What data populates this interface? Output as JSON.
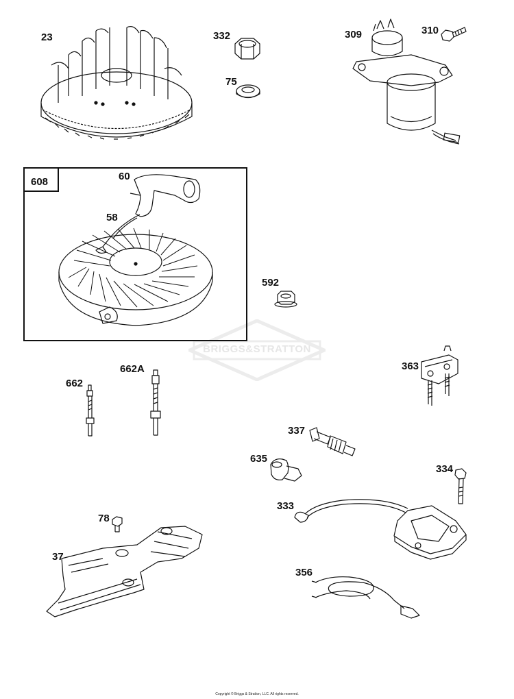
{
  "diagram": {
    "watermark": "BRIGGS&STRATTON",
    "copyright": "Copyright © Briggs & Stratton, LLC. All rights reserved.",
    "kit": {
      "label": "608"
    },
    "callouts": {
      "c23": "23",
      "c332": "332",
      "c75": "75",
      "c309": "309",
      "c310": "310",
      "c60": "60",
      "c58": "58",
      "c592": "592",
      "c363": "363",
      "c662": "662",
      "c662a": "662A",
      "c337": "337",
      "c635": "635",
      "c334": "334",
      "c333": "333",
      "c78": "78",
      "c37": "37",
      "c356": "356"
    }
  }
}
